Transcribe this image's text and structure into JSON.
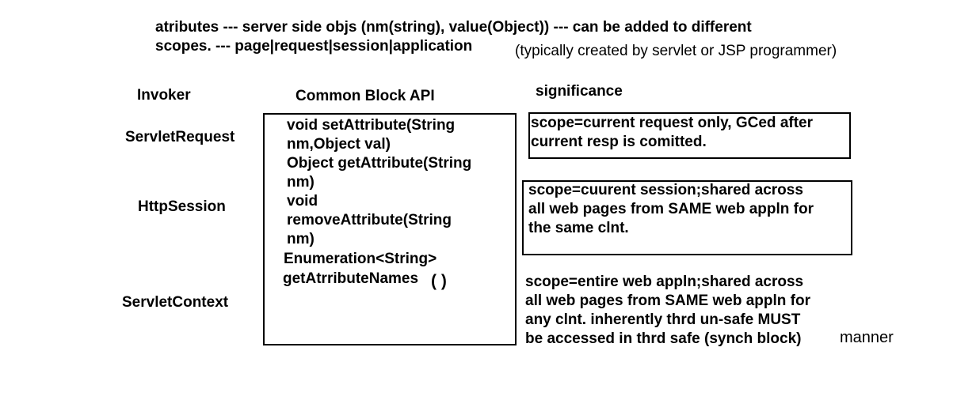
{
  "header": {
    "line1": "atributes --- server side objs (nm(string), value(Object)) --- can be added to different",
    "line2": "scopes. --- page|request|session|application",
    "line2_note": "(typically created by servlet or JSP programmer)"
  },
  "columns": {
    "invoker": "Invoker",
    "api": "Common Block API",
    "significance": "significance"
  },
  "invokers": [
    "ServletRequest",
    "HttpSession",
    "ServletContext"
  ],
  "api_lines": [
    "void setAttribute(String",
    "nm,Object val)",
    "Object getAttribute(String",
    "nm)",
    "void",
    "removeAttribute(String",
    "nm)",
    "Enumeration<String>",
    "getAtrributeNames",
    "( )"
  ],
  "significance": {
    "request": [
      "scope=current request only, GCed after",
      "current resp is comitted."
    ],
    "session": [
      "scope=cuurent session;shared across",
      "all web pages from SAME web appln for",
      "the same clnt."
    ],
    "context": [
      "scope=entire web appln;shared across",
      "all web pages from SAME web appln for",
      "any clnt. inherently thrd un-safe MUST",
      "be accessed in thrd safe (synch block)",
      "manner"
    ]
  }
}
